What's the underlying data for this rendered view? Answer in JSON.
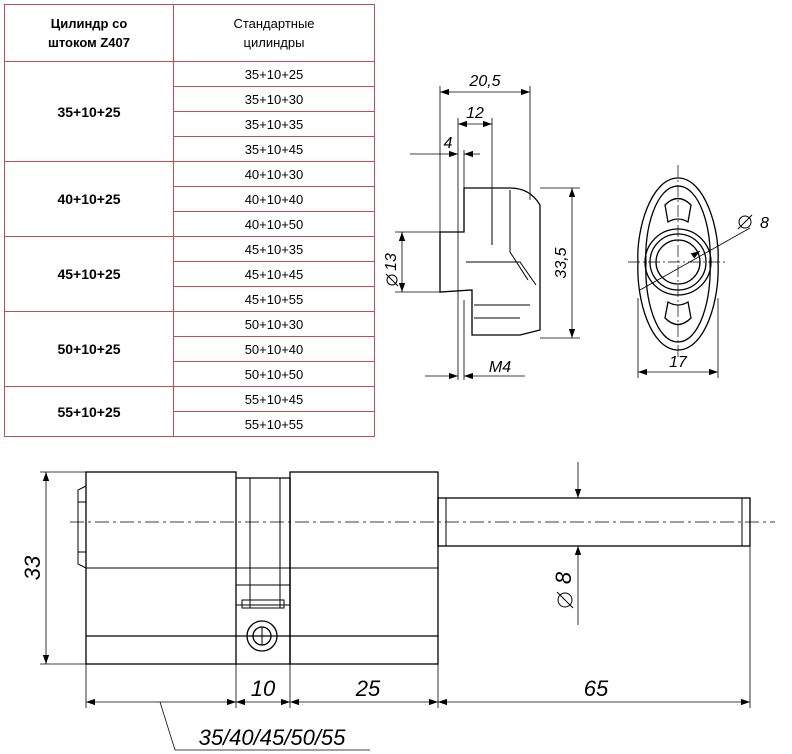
{
  "table": {
    "header_col1": "Цилиндр со\nштоком Z407",
    "header_col2": "Стандартные\nцилиндры",
    "groups": [
      {
        "label": "35+10+25",
        "items": [
          "35+10+25",
          "35+10+30",
          "35+10+35",
          "35+10+45"
        ]
      },
      {
        "label": "40+10+25",
        "items": [
          "40+10+30",
          "40+10+40",
          "40+10+50"
        ]
      },
      {
        "label": "45+10+25",
        "items": [
          "45+10+35",
          "45+10+45",
          "45+10+55"
        ]
      },
      {
        "label": "50+10+25",
        "items": [
          "50+10+30",
          "50+10+40",
          "50+10+50"
        ]
      },
      {
        "label": "55+10+25",
        "items": [
          "55+10+45",
          "55+10+55"
        ]
      }
    ]
  },
  "dimensions": {
    "side": {
      "top": "20,5",
      "mid": "12",
      "small": "4",
      "left_dia": "13",
      "height": "33,5",
      "thread": "M4"
    },
    "front": {
      "hole_dia": "8",
      "width": "17"
    },
    "cylinder": {
      "height": "33",
      "rod_dia": "8",
      "cam": "10",
      "right_body": "25",
      "rod": "65",
      "left_options": "35/40/45/50/55"
    }
  },
  "colors": {
    "table_border": "#c0504d",
    "line": "#000000"
  }
}
